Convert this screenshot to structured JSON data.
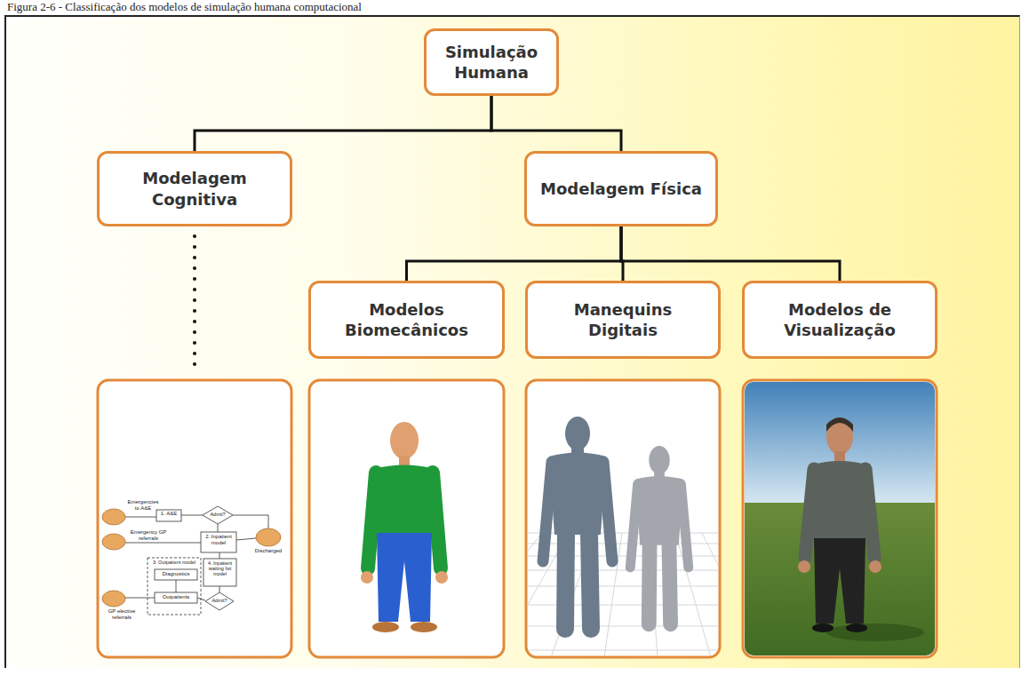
{
  "diagram": {
    "caption": "Figura 2-6 - Classificação dos modelos de simulação humana computacional",
    "nodes": [
      {
        "text": [
          "Simulação Humana"
        ]
      },
      {
        "text": [
          "Modelagem Cognitiva"
        ]
      },
      {
        "text": [
          "Modelagem Física"
        ]
      },
      {
        "text": [
          "Modelos Biomecânicos"
        ]
      },
      {
        "text": [
          "Manequins Digitais"
        ]
      },
      {
        "text": [
          "Modelos de Visualização"
        ]
      }
    ],
    "edges": [
      {
        "from": 0,
        "to": 1,
        "arrow": "none"
      },
      {
        "from": 0,
        "to": 2,
        "arrow": "none"
      },
      {
        "from": 2,
        "to": 3,
        "arrow": "none"
      },
      {
        "from": 2,
        "to": 4,
        "arrow": "none"
      },
      {
        "from": 2,
        "to": 5,
        "arrow": "none"
      }
    ],
    "labels": [
      "Emergencies to A&E",
      "1. A&E",
      "Admit?",
      "Discharged",
      "Emergency GP referrals",
      "2. Inpatient model",
      "3. Outpatient model",
      "Diagnostics",
      "4. Inpatient waiting list model",
      "Outpatients",
      "Admit?",
      "GP elective referrals"
    ]
  }
}
